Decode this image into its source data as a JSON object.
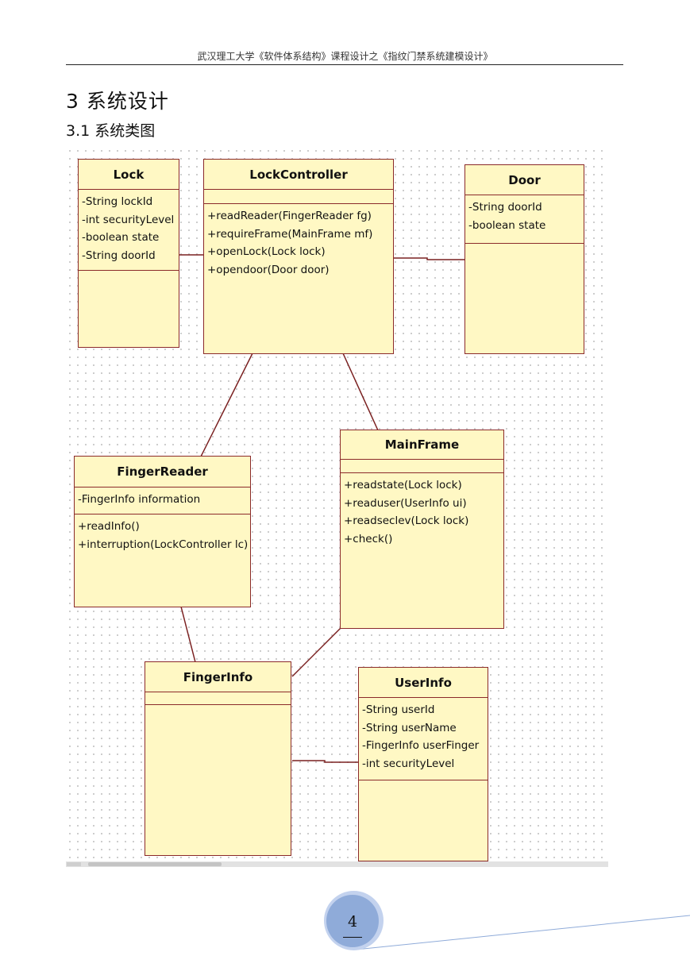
{
  "header": {
    "title": "武汉理工大学《软件体系结构》课程设计之《指纹门禁系统建模设计》"
  },
  "section": {
    "heading": "3  系统设计"
  },
  "subsection": {
    "heading": "3.1 系统类图"
  },
  "diagram": {
    "classes": {
      "lock": {
        "name": "Lock",
        "attributes": [
          "-String lockId",
          "-int securityLevel",
          "-boolean state",
          "-String doorId"
        ],
        "operations": []
      },
      "lock_controller": {
        "name": "LockController",
        "attributes": [],
        "operations": [
          "+readReader(FingerReader fg)",
          "+requireFrame(MainFrame mf)",
          "+openLock(Lock lock)",
          "+opendoor(Door door)"
        ]
      },
      "door": {
        "name": "Door",
        "attributes": [
          "-String doorId",
          "-boolean state"
        ],
        "operations": []
      },
      "finger_reader": {
        "name": "FingerReader",
        "attributes": [
          "-FingerInfo  information"
        ],
        "operations": [
          "+readInfo()",
          "+interruption(LockController lc)"
        ]
      },
      "main_frame": {
        "name": "MainFrame",
        "attributes": [],
        "operations": [
          "+readstate(Lock lock)",
          "+readuser(UserInfo ui)",
          "+readseclev(Lock lock)",
          "+check()"
        ]
      },
      "finger_info": {
        "name": "FingerInfo",
        "attributes": [],
        "operations": []
      },
      "user_info": {
        "name": "UserInfo",
        "attributes": [
          "-String userId",
          "-String userName",
          "-FingerInfo userFinger",
          "-int securityLevel"
        ],
        "operations": []
      }
    },
    "colors": {
      "class_fill": "#fff8c4",
      "class_border": "#8b2a2a",
      "link": "#7a2020"
    }
  },
  "footer": {
    "page_number": "4",
    "accent_color": "#8fabd9"
  }
}
